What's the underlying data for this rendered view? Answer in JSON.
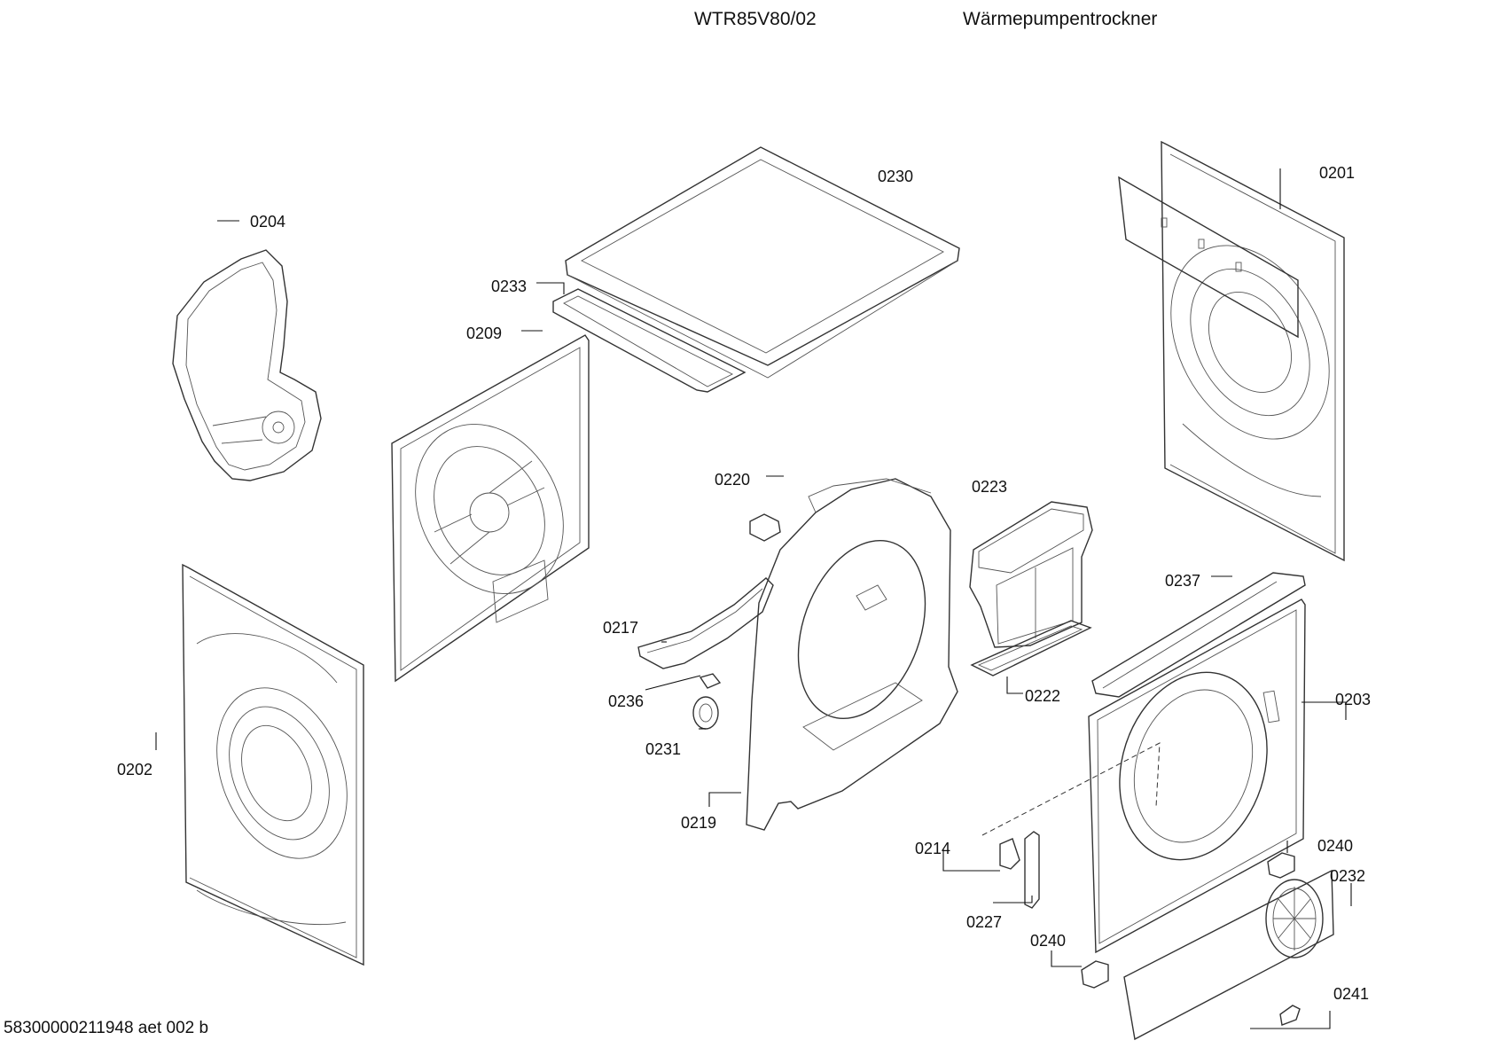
{
  "header": {
    "model": "WTR85V80/02",
    "description": "Wärmepumpentrockner"
  },
  "footer": {
    "document_code": "58300000211948 aet 002 b"
  },
  "part_labels": {
    "p0201": "0201",
    "p0202": "0202",
    "p0203": "0203",
    "p0204": "0204",
    "p0209": "0209",
    "p0214": "0214",
    "p0217": "0217",
    "p0219": "0219",
    "p0220": "0220",
    "p0222": "0222",
    "p0223": "0223",
    "p0227": "0227",
    "p0230": "0230",
    "p0231": "0231",
    "p0232": "0232",
    "p0233": "0233",
    "p0236": "0236",
    "p0237": "0237",
    "p0240a": "0240",
    "p0240b": "0240",
    "p0241": "0241"
  }
}
